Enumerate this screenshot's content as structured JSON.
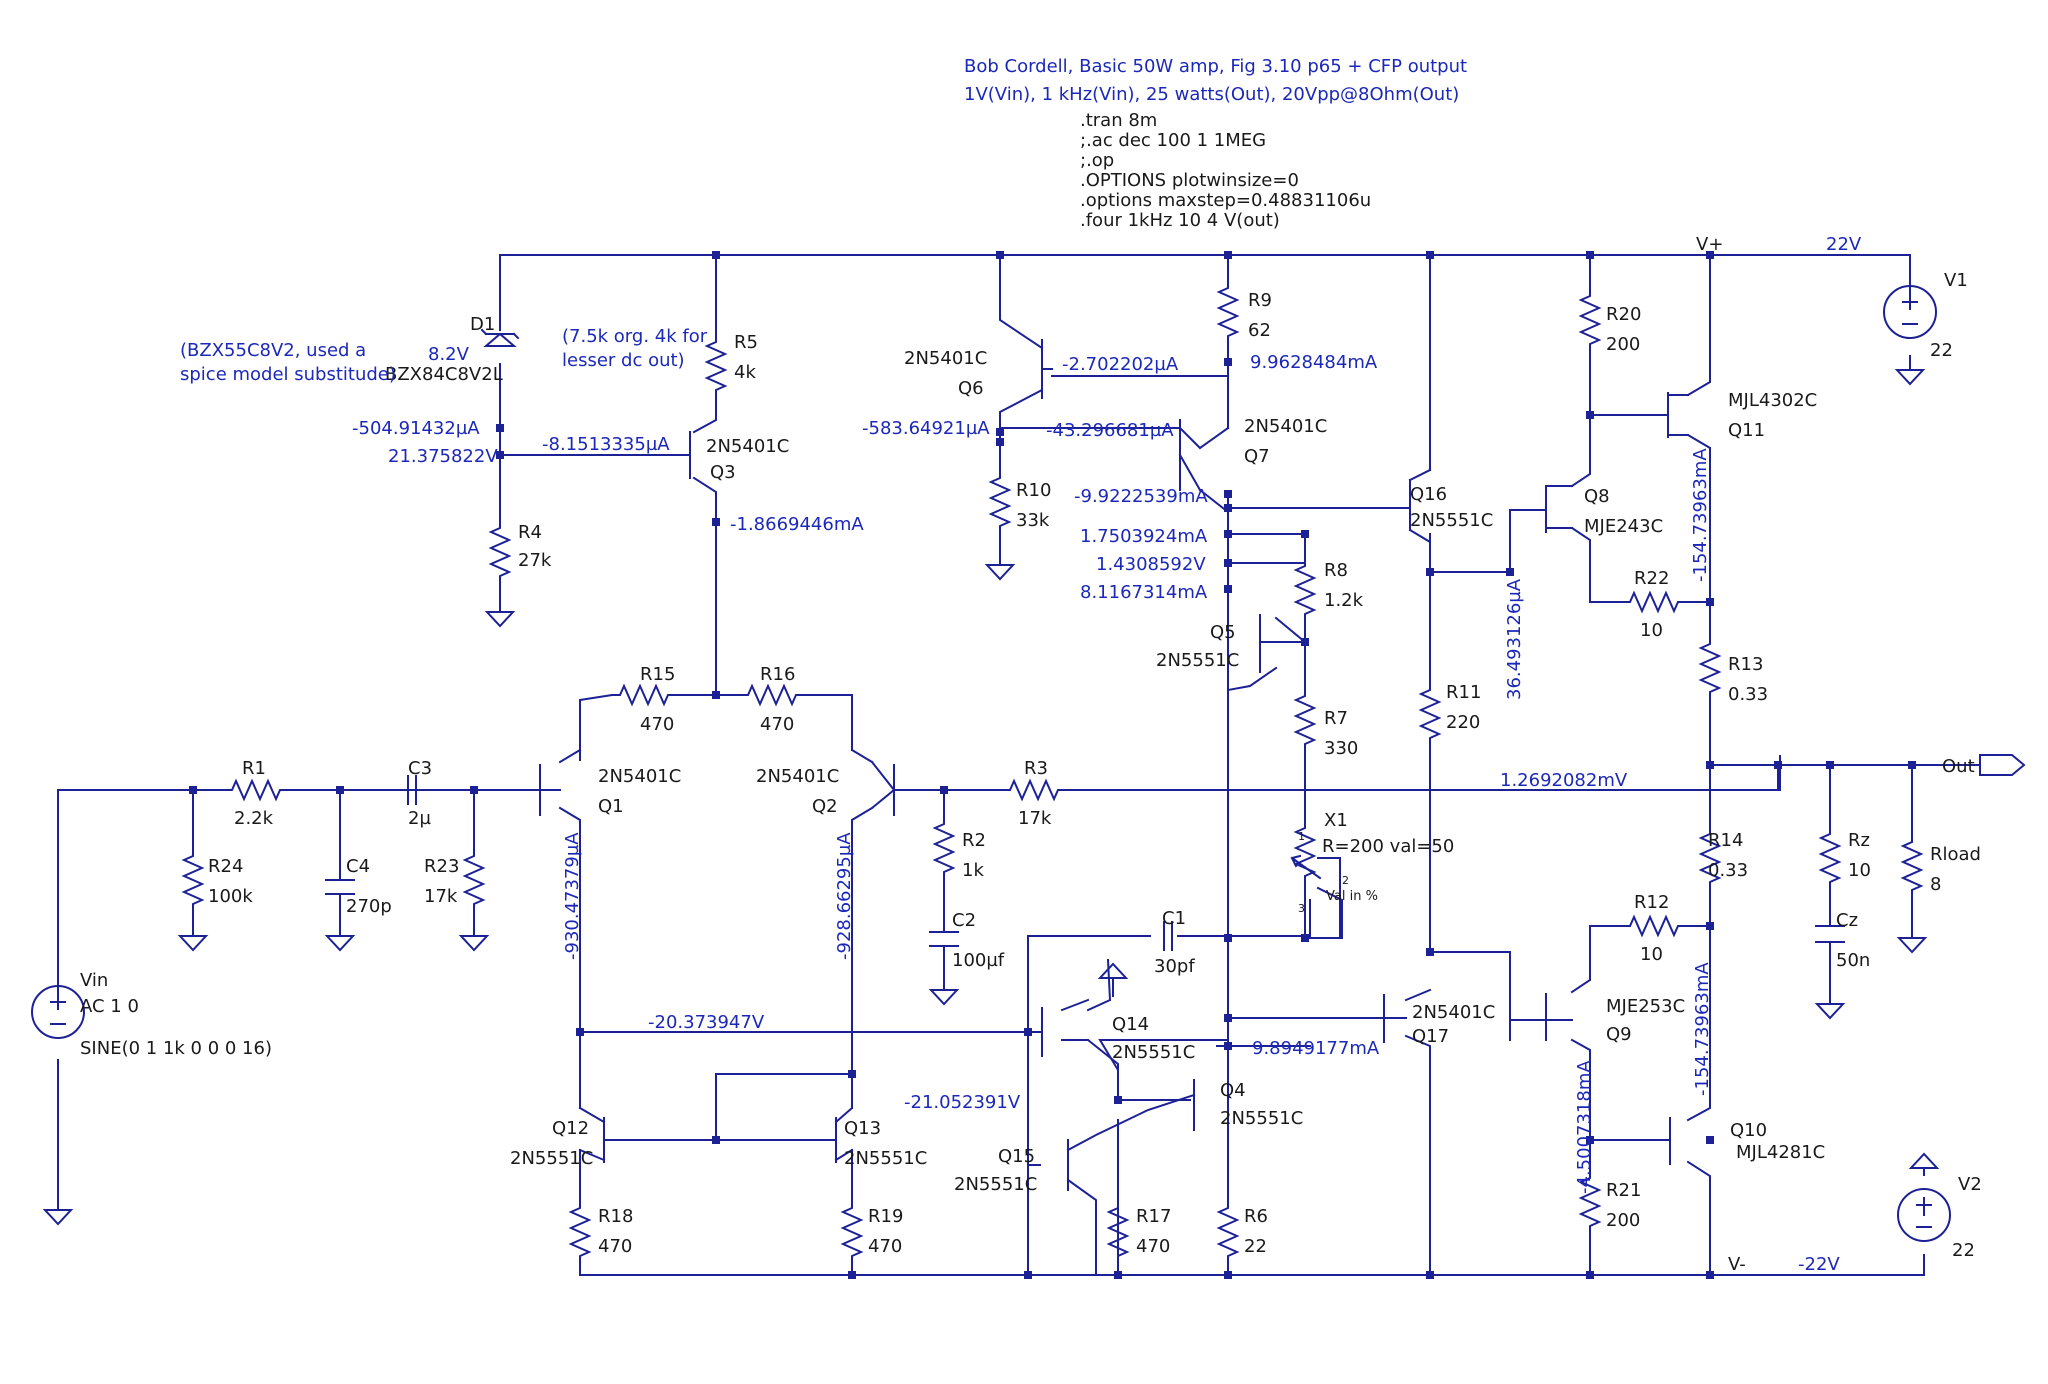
{
  "header": {
    "line1": "Bob Cordell, Basic 50W amp, Fig 3.10 p65 + CFP output",
    "line2": "1V(Vin), 1 kHz(Vin), 25 watts(Out), 20Vpp@8Ohm(Out)"
  },
  "directives": [
    ".tran 8m",
    ";.ac dec 100 1 1MEG",
    ";.op",
    ".OPTIONS plotwinsize=0",
    ".options maxstep=0.48831106u",
    ".four 1kHz 10 4 V(out)"
  ],
  "components": {
    "D1": {
      "ref": "D1",
      "value": "BZX84C8V2L",
      "extra": "8.2V"
    },
    "R5": {
      "ref": "R5",
      "value": "4k"
    },
    "R4": {
      "ref": "R4",
      "value": "27k"
    },
    "Q3": {
      "ref": "Q3",
      "value": "2N5401C"
    },
    "Q6": {
      "ref": "Q6",
      "value": "2N5401C"
    },
    "R10": {
      "ref": "R10",
      "value": "33k"
    },
    "R9": {
      "ref": "R9",
      "value": "62"
    },
    "Q7": {
      "ref": "Q7",
      "value": "2N5401C"
    },
    "R8": {
      "ref": "R8",
      "value": "1.2k"
    },
    "Q5": {
      "ref": "Q5",
      "value": "2N5551C"
    },
    "R7": {
      "ref": "R7",
      "value": "330"
    },
    "X1": {
      "ref": "X1",
      "value": "R=200 val=50",
      "note": "Val in %",
      "pin1": "1",
      "pin2": "2",
      "pin3": "3"
    },
    "Q16": {
      "ref": "Q16",
      "value": "2N5551C"
    },
    "R11": {
      "ref": "R11",
      "value": "220"
    },
    "Q17": {
      "ref": "Q17",
      "value": "2N5401C"
    },
    "R20": {
      "ref": "R20",
      "value": "200"
    },
    "Q8": {
      "ref": "Q8",
      "value": "MJE243C"
    },
    "R22": {
      "ref": "R22",
      "value": "10"
    },
    "Q11": {
      "ref": "Q11",
      "value": "MJL4302C"
    },
    "R13": {
      "ref": "R13",
      "value": "0.33"
    },
    "R14": {
      "ref": "R14",
      "value": "0.33"
    },
    "R12": {
      "ref": "R12",
      "value": "10"
    },
    "Q9": {
      "ref": "Q9",
      "value": "MJE253C"
    },
    "Q10": {
      "ref": "Q10",
      "value": "MJL4281C"
    },
    "R21": {
      "ref": "R21",
      "value": "200"
    },
    "V1": {
      "ref": "V1",
      "value": "22"
    },
    "V2": {
      "ref": "V2",
      "value": "22"
    },
    "Rz": {
      "ref": "Rz",
      "value": "10"
    },
    "Cz": {
      "ref": "Cz",
      "value": "50n"
    },
    "Rload": {
      "ref": "Rload",
      "value": "8"
    },
    "R1": {
      "ref": "R1",
      "value": "2.2k"
    },
    "R24": {
      "ref": "R24",
      "value": "100k"
    },
    "C4": {
      "ref": "C4",
      "value": "270p"
    },
    "C3": {
      "ref": "C3",
      "value": "2µ"
    },
    "R23": {
      "ref": "R23",
      "value": "17k"
    },
    "Q1": {
      "ref": "Q1",
      "value": "2N5401C"
    },
    "Q2": {
      "ref": "Q2",
      "value": "2N5401C"
    },
    "R15": {
      "ref": "R15",
      "value": "470"
    },
    "R16": {
      "ref": "R16",
      "value": "470"
    },
    "R3": {
      "ref": "R3",
      "value": "17k"
    },
    "R2": {
      "ref": "R2",
      "value": "1k"
    },
    "C2": {
      "ref": "C2",
      "value": "100µf"
    },
    "C1": {
      "ref": "C1",
      "value": "30pf"
    },
    "Q14": {
      "ref": "Q14",
      "value": "2N5551C"
    },
    "Q4": {
      "ref": "Q4",
      "value": "2N5551C"
    },
    "Q15": {
      "ref": "Q15",
      "value": "2N5551C"
    },
    "R17": {
      "ref": "R17",
      "value": "470"
    },
    "R6": {
      "ref": "R6",
      "value": "22"
    },
    "Q12": {
      "ref": "Q12",
      "value": "2N5551C"
    },
    "Q13": {
      "ref": "Q13",
      "value": "2N5551C"
    },
    "R18": {
      "ref": "R18",
      "value": "470"
    },
    "R19": {
      "ref": "R19",
      "value": "470"
    },
    "Vin": {
      "ref": "Vin",
      "value": "AC 1 0",
      "extra": "SINE(0 1 1k 0 0 0 16)"
    }
  },
  "notes": {
    "d1_note1": "(BZX55C8V2, used a",
    "d1_note2": "spice model substitude)",
    "r5_note1": "(7.5k org. 4k for",
    "r5_note2": "lesser dc out)"
  },
  "nets": {
    "vplus": "V+",
    "vplus_val": "22V",
    "vminus": "V-",
    "vminus_val": "-22V",
    "out": "Out"
  },
  "measurements": {
    "d1_i": "-504.91432µA",
    "d1_v": "21.375822V",
    "q3_ib": "-8.1513335µA",
    "q3_ic": "-1.8669446mA",
    "q6_ic": "-2.702202µA",
    "q6_ib": "-583.64921µA",
    "r9_i": "9.9628484mA",
    "q7_ib": "-43.296681µA",
    "q7_ic": "-9.9222539mA",
    "m1": "1.7503924mA",
    "m2": "1.4308592V",
    "m3": "8.1167314mA",
    "q16_i": "36.493126µA",
    "q11_i": "-154.73963mA",
    "out_v": "1.2692082mV",
    "q1_i": "-930.47379µA",
    "q2_i": "-928.66295µA",
    "mirror_v": "-20.373947V",
    "q4_v": "-21.052391V",
    "q4_i": "9.8949177mA",
    "q9_i": "-4.5007318mA",
    "q10_i": "-154.73963mA"
  }
}
